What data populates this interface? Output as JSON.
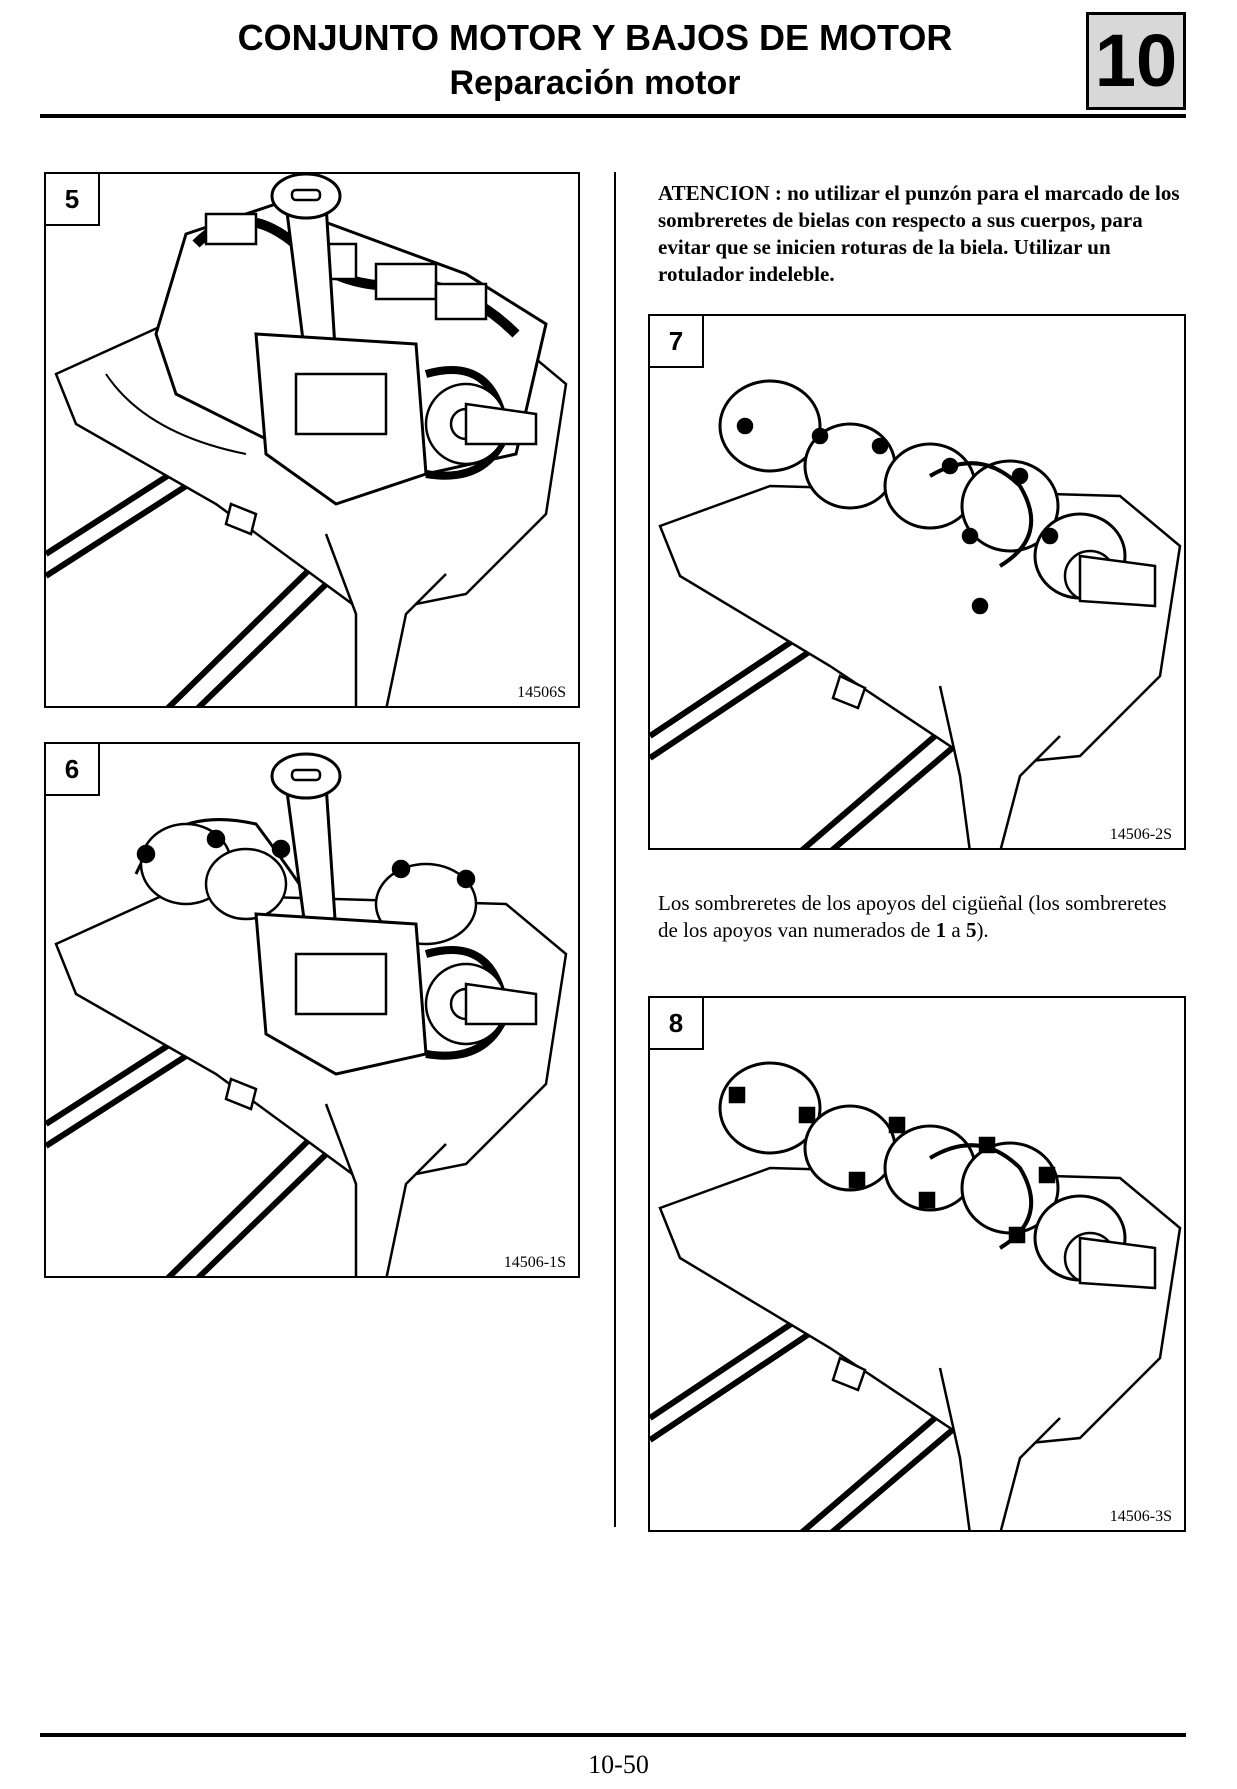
{
  "header": {
    "title": "CONJUNTO MOTOR Y BAJOS DE MOTOR",
    "subtitle": "Reparación motor",
    "section_number": "10"
  },
  "figures": [
    {
      "number": "5",
      "ref": "14506S"
    },
    {
      "number": "6",
      "ref": "14506-1S"
    },
    {
      "number": "7",
      "ref": "14506-2S"
    },
    {
      "number": "8",
      "ref": "14506-3S"
    }
  ],
  "warning": {
    "label": "ATENCION",
    "text": " : no utilizar el punzón para el marcado de los sombreretes de bielas con respecto a sus cuerpos, para evitar que se inicien roturas de la biela. Utilizar un rotulador indeleble."
  },
  "note": {
    "text_before": "Los sombreretes de los apoyos del cigüeñal (los sombreretes de los apoyos van numerados de ",
    "bold_1": "1",
    "text_middle": " a ",
    "bold_2": "5",
    "text_after": ")."
  },
  "footer": {
    "page_number": "10-50"
  }
}
